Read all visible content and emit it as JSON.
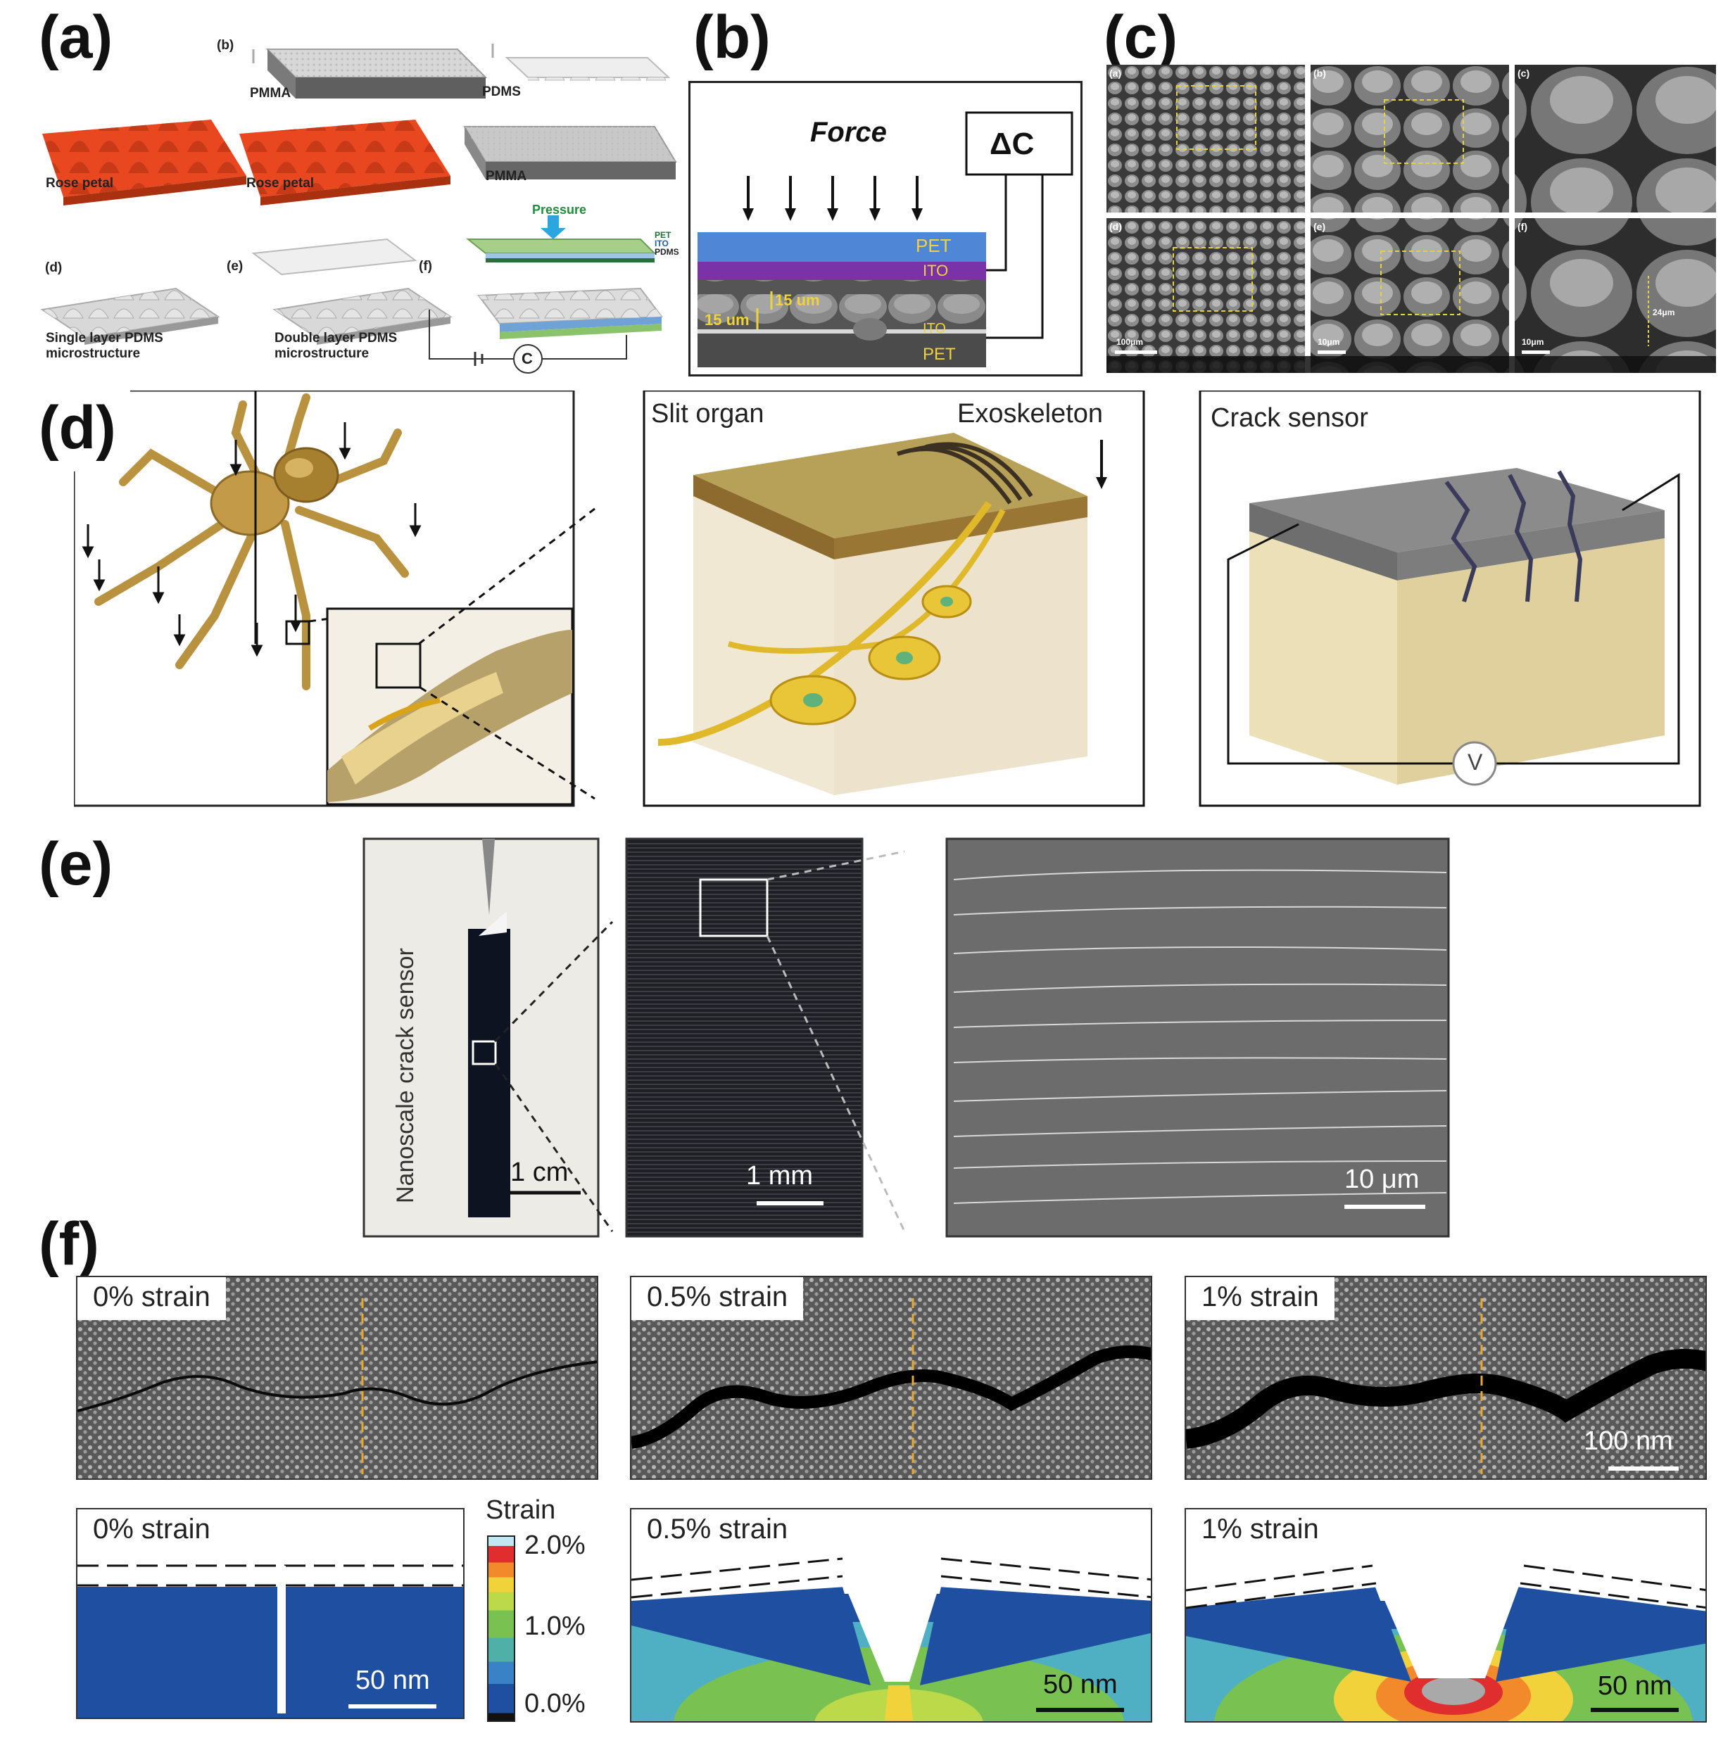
{
  "panels": {
    "a": {
      "letter": "(a)",
      "sub_b": "(b)",
      "sub_d": "(d)",
      "sub_e": "(e)",
      "sub_f": "(f)",
      "pmma_top": "PMMA",
      "pdms_top": "PDMS",
      "rose_petal_1": "Rose petal",
      "rose_petal_2": "Rose petal",
      "pmma_right": "PMMA",
      "pressure": "Pressure",
      "pet": "PET",
      "ito": "ITO",
      "pdms_small": "PDMS",
      "single_layer": "Single layer PDMS",
      "single_layer_2": "microstructure",
      "double_layer": "Double layer PDMS",
      "double_layer_2": "microstructure",
      "cap_symbol": "C"
    },
    "b": {
      "letter": "(b)",
      "force": "Force",
      "delta_c": "ΔC",
      "pet_top": "PET",
      "ito_top": "ITO",
      "dim_1": "15 um",
      "dim_2": "15 um",
      "ito_bottom": "ITO",
      "pet_bottom": "PET"
    },
    "c": {
      "letter": "(c)",
      "subs": [
        "(a)",
        "(b)",
        "(c)",
        "(d)",
        "(e)",
        "(f)"
      ],
      "scale_1": "100μm",
      "scale_2": "10μm",
      "scale_3": "10μm",
      "dim": "24μm"
    },
    "d": {
      "letter": "(d)",
      "slit_organ": "Slit organ",
      "exoskeleton": "Exoskeleton",
      "crack_sensor": "Crack sensor",
      "voltmeter": "V"
    },
    "e": {
      "letter": "(e)",
      "vertical_label": "Nanoscale crack sensor",
      "scale_1": "1 cm",
      "scale_2": "1 mm",
      "scale_3": "10 μm"
    },
    "f": {
      "letter": "(f)",
      "sem_labels": [
        "0% strain",
        "0.5% strain",
        "1% strain"
      ],
      "sem_scale": "100 nm",
      "sim_labels": [
        "0% strain",
        "0.5% strain",
        "1% strain"
      ],
      "sim_scales": [
        "50 nm",
        "50 nm",
        "50 nm"
      ],
      "colorbar_title": "Strain",
      "colorbar_ticks": [
        "2.0%",
        "1.0%",
        "0.0%"
      ]
    }
  },
  "colors": {
    "petal": "#e8471f",
    "pet_blue": "#4f86d6",
    "ito_purple": "#7a32a8",
    "label_yellow": "#f0d23a",
    "sem_gray": "#6c6c6c",
    "sim_blue": "#1f4fa0",
    "sim_green": "#79c251",
    "sim_red": "#e02d2d"
  }
}
